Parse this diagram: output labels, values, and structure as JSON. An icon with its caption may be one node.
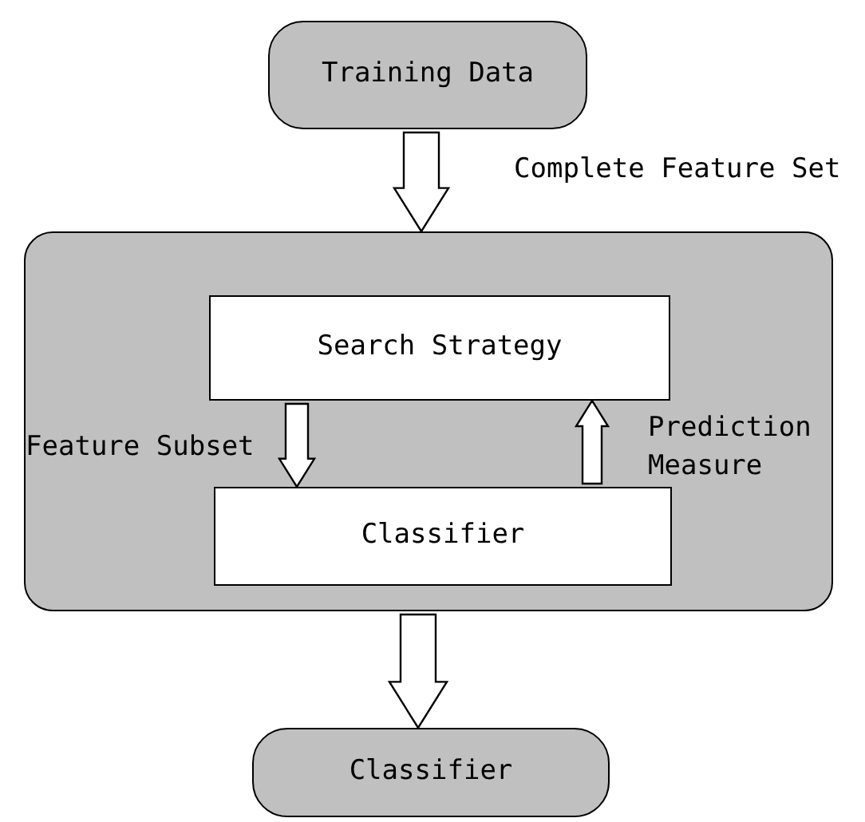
{
  "diagram": {
    "nodes": [
      {
        "text": [
          "Training Data"
        ]
      },
      {
        "text": [],
        "shape": "box"
      },
      {
        "text": [
          "Search Strategy"
        ],
        "in": 1
      },
      {
        "text": [
          "Classifier"
        ],
        "in": 1
      },
      {
        "text": [
          "Classifier"
        ]
      }
    ],
    "edges": [
      {
        "from": 0,
        "to": 1,
        "arrow": "to",
        "label": "Complete Feature Set"
      },
      {
        "from": 2,
        "to": 3,
        "arrow": "to",
        "label": "Feature Subset"
      },
      {
        "from": 3,
        "to": 2,
        "arrow": "to",
        "label": "Prediction Measure"
      },
      {
        "from": 1,
        "to": 4,
        "arrow": "to"
      }
    ]
  }
}
